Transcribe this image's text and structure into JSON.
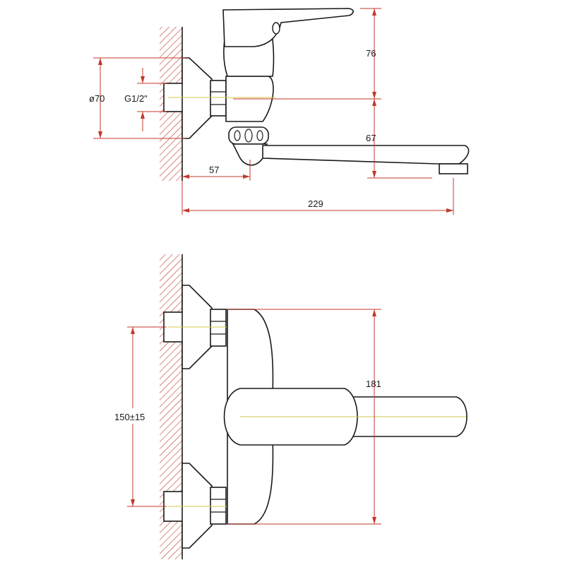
{
  "colors": {
    "outline": "#1a1a1a",
    "dimension": "#c0392b",
    "hatch": "#c0392b",
    "centerline": "#d4c84a",
    "background": "#ffffff"
  },
  "side_view": {
    "dims": {
      "height_handle": "76",
      "spout_height": "67",
      "thread": "G1/2\"",
      "flange_diameter": "ø70",
      "wall_to_body": "57",
      "total_length": "229"
    }
  },
  "top_view": {
    "dims": {
      "inlet_spacing": "150±15",
      "body_length": "181"
    }
  }
}
